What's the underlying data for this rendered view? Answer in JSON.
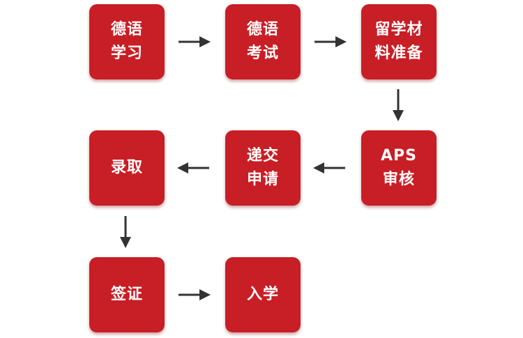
{
  "steps": [
    {
      "id": "s1",
      "label": "德语\n学习"
    },
    {
      "id": "s2",
      "label": "德语\n考试"
    },
    {
      "id": "s3",
      "label": "留学材\n料准备"
    },
    {
      "id": "s4",
      "label": "APS\n审核"
    },
    {
      "id": "s5",
      "label": "递交\n申请"
    },
    {
      "id": "s6",
      "label": "录取"
    },
    {
      "id": "s7",
      "label": "签证"
    },
    {
      "id": "s8",
      "label": "入学"
    }
  ],
  "colors": {
    "box": "#c81e25",
    "text": "#ffffff",
    "arrow": "#333333"
  }
}
